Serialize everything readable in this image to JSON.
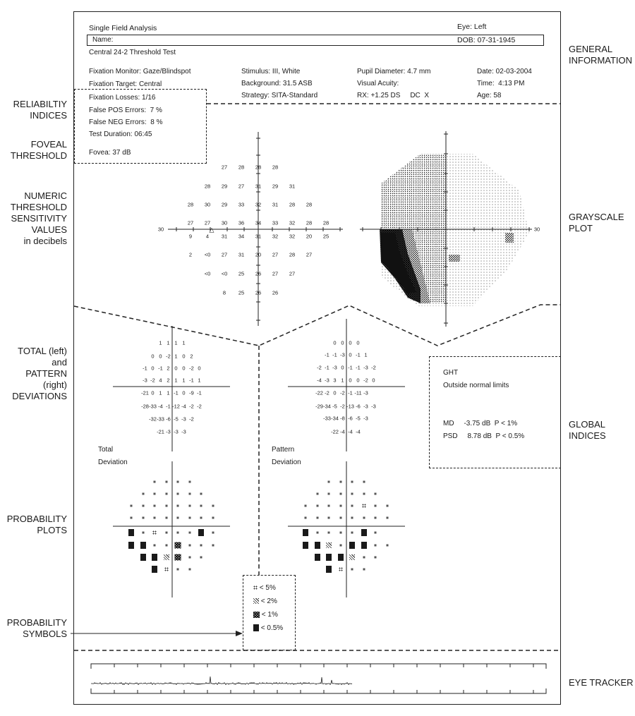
{
  "header": {
    "analysis_title": "Single Field Analysis",
    "eye": "Eye: Left",
    "name_label": "Name:",
    "dob": "DOB: 07-31-1945",
    "test_name": "Central 24-2 Threshold Test",
    "col1": [
      "Fixation Monitor: Gaze/Blindspot",
      "Fixation Target: Central"
    ],
    "col2": [
      "Stimulus: III, White",
      "Background: 31.5 ASB",
      "Strategy: SITA-Standard"
    ],
    "col3": [
      "Pupil Diameter: 4.7 mm",
      "Visual Acuity:",
      "RX: +1.25 DS     DC  X"
    ],
    "col4": [
      "Date: 02-03-2004",
      "Time:  4:13 PM",
      "Age: 58"
    ]
  },
  "reliability": {
    "lines": [
      "Fixation Losses: 1/16",
      "False POS Errors:  7 %",
      "False NEG Errors:  8 %",
      "Test Duration: 06:45"
    ],
    "fovea": "Fovea: 37 dB"
  },
  "side_labels_left": {
    "reliability": [
      "RELIABILTIY",
      "INDICES"
    ],
    "foveal": [
      "FOVEAL",
      "THRESHOLD"
    ],
    "numeric": [
      "NUMERIC",
      "THRESHOLD",
      "SENSITIVITY",
      "VALUES",
      "in decibels"
    ],
    "deviations": [
      "TOTAL (left)",
      "and",
      "PATTERN",
      "(right)",
      "DEVIATIONS"
    ],
    "probability_plots": [
      "PROBABILITY",
      "PLOTS"
    ],
    "probability_symbols": [
      "PROBABILITY",
      "SYMBOLS"
    ]
  },
  "side_labels_right": {
    "general": [
      "GENERAL",
      "INFORMATION"
    ],
    "grayscale": [
      "GRAYSCALE",
      "PLOT"
    ],
    "global": [
      "GLOBAL",
      "INDICES"
    ],
    "eye_tracker": [
      "EYE TRACKER"
    ]
  },
  "axis_labels": {
    "numeric_left": "30",
    "gray_right": "30"
  },
  "threshold_rows": [
    [
      "27",
      "28",
      "28",
      "28"
    ],
    [
      "28",
      "29",
      "27",
      "31",
      "29",
      "31"
    ],
    [
      "28",
      "30",
      "29",
      "33",
      "32",
      "31",
      "28",
      "28"
    ],
    [
      "27",
      "27",
      "30",
      "36",
      "34",
      "33",
      "32",
      "28",
      "28"
    ],
    [
      "9",
      "4",
      "31",
      "34",
      "31",
      "32",
      "32",
      "20",
      "25"
    ],
    [
      "2",
      "<0",
      "27",
      "31",
      "20",
      "27",
      "28",
      "27"
    ],
    [
      "<0",
      "<0",
      "25",
      "26",
      "27",
      "27"
    ],
    [
      "8",
      "25",
      "26",
      "26"
    ]
  ],
  "total_deviation_rows": [
    [
      "1",
      "1",
      "1",
      "1"
    ],
    [
      "0",
      "0",
      "-2",
      "1",
      "0",
      "2"
    ],
    [
      "-1",
      "0",
      "-1",
      "2",
      "0",
      "0",
      "-2",
      "0"
    ],
    [
      "-3",
      "-2",
      "4",
      "2",
      "1",
      "1",
      "-1",
      "1"
    ],
    [
      "-21",
      "0",
      "1",
      "1",
      "-1",
      "0",
      "-9",
      "-1"
    ],
    [
      "-28",
      "-33",
      "-4",
      "-1",
      "-12",
      "-4",
      "-2",
      "-2"
    ],
    [
      "-32",
      "-33",
      "-6",
      "-5",
      "-3",
      "-2"
    ],
    [
      "-21",
      "-3",
      "-3",
      "-3"
    ]
  ],
  "pattern_deviation_rows": [
    [
      "0",
      "0",
      "0",
      "0"
    ],
    [
      "-1",
      "-1",
      "-3",
      "0",
      "-1",
      "1"
    ],
    [
      "-2",
      "-1",
      "-3",
      "0",
      "-1",
      "-1",
      "-3",
      "-2"
    ],
    [
      "-4",
      "-3",
      "3",
      "1",
      "0",
      "0",
      "-2",
      "0"
    ],
    [
      "-22",
      "-2",
      "0",
      "-2",
      "-1",
      "-11",
      "-3"
    ],
    [
      "-29",
      "-34",
      "-5",
      "-2",
      "-13",
      "-6",
      "-3",
      "-3"
    ],
    [
      "-33",
      "-34",
      "-8",
      "-6",
      "-5",
      "-3"
    ],
    [
      "-22",
      "-4",
      "-4",
      "-4"
    ]
  ],
  "prob_labels": {
    "total": [
      "Total",
      "Deviation"
    ],
    "pattern": [
      "Pattern",
      "Deviation"
    ]
  },
  "global_indices": {
    "ght_label": "GHT",
    "ght_value": "Outside normal limits",
    "md": "MD     -3.75 dB  P < 1%",
    "psd": "PSD     8.78 dB  P < 0.5%"
  },
  "legend": [
    "< 5%",
    "< 2%",
    "< 1%",
    "< 0.5%"
  ],
  "colors": {
    "ink": "#1a1a1a",
    "paper": "#ffffff"
  }
}
